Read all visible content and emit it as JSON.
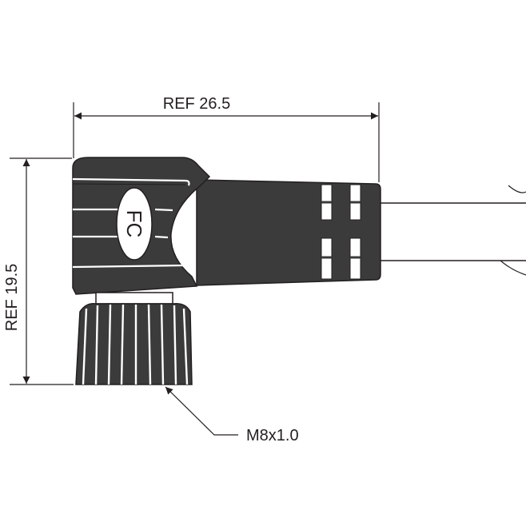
{
  "dimensions": {
    "width_label": "REF 26.5",
    "height_label": "REF 19.5",
    "thread_label": "M8x1.0"
  },
  "logo": {
    "text": "FC"
  },
  "colors": {
    "body_fill": "#3b3b3b",
    "line": "#231f20",
    "background": "#ffffff"
  }
}
